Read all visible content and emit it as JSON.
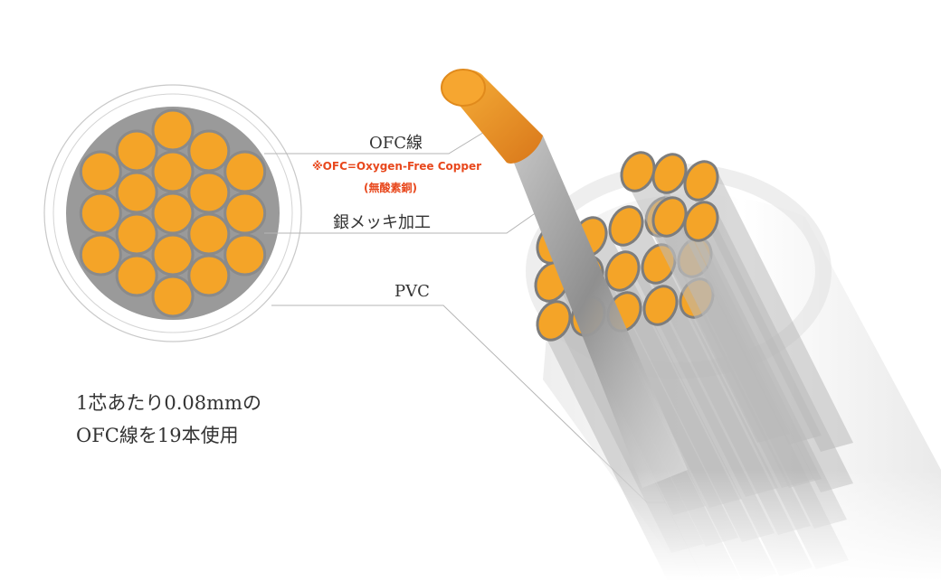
{
  "labels": {
    "ofc": "OFC線",
    "ofc_note_line1": "※OFC=Oxygen-Free Copper",
    "ofc_note_line2": "(無酸素銅)",
    "silver_plating": "銀メッキ加工",
    "pvc": "PVC"
  },
  "description": {
    "line1": "1芯あたり0.08mmの",
    "line2": "OFC線を19本使用"
  },
  "colors": {
    "copper": "#f4a428",
    "copper_end": "#e07c1a",
    "conductor_ring": "#8a8a8a",
    "annotation_red": "#e8481d",
    "leader_line": "#b5b5b5",
    "text": "#333333"
  }
}
